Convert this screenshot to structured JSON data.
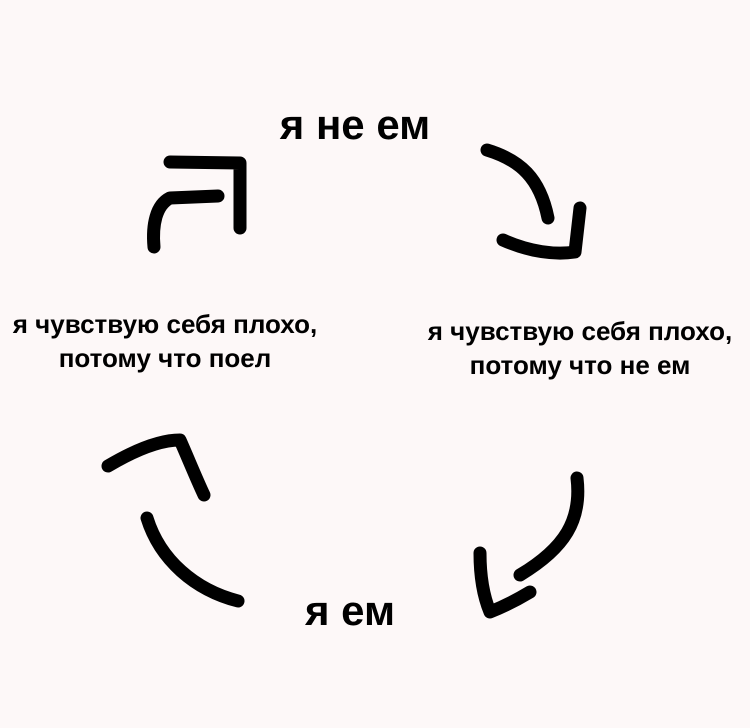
{
  "nodes": {
    "top": "я не ем",
    "right": "я чувствую себя плохо, потому что не ем",
    "bottom": "я ем",
    "left": "я чувствую себя плохо, потому что поел"
  },
  "edges": [
    {
      "from": "top",
      "to": "right",
      "icon": "curved-arrow-icon"
    },
    {
      "from": "right",
      "to": "bottom",
      "icon": "curved-arrow-icon"
    },
    {
      "from": "bottom",
      "to": "left",
      "icon": "curved-arrow-icon"
    },
    {
      "from": "left",
      "to": "top",
      "icon": "curved-arrow-icon"
    }
  ]
}
